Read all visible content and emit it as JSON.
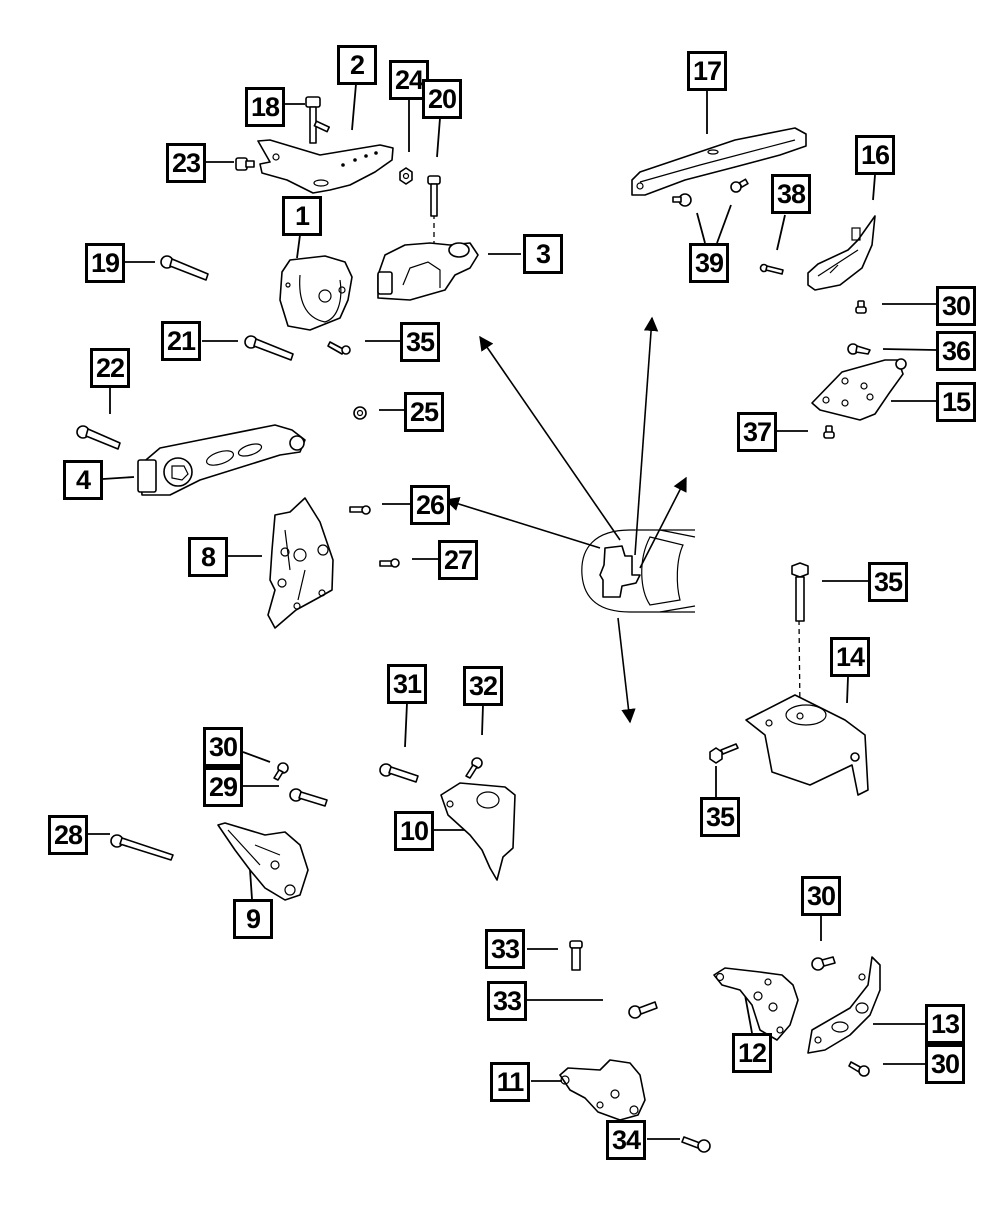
{
  "diagram": {
    "title": "Engine Mounts Exploded View",
    "callouts": [
      {
        "id": "c2",
        "label": "2"
      },
      {
        "id": "c24",
        "label": "24"
      },
      {
        "id": "c20",
        "label": "20"
      },
      {
        "id": "c18",
        "label": "18"
      },
      {
        "id": "c23",
        "label": "23"
      },
      {
        "id": "c1",
        "label": "1"
      },
      {
        "id": "c19",
        "label": "19"
      },
      {
        "id": "c3",
        "label": "3"
      },
      {
        "id": "c21",
        "label": "21"
      },
      {
        "id": "c35a",
        "label": "35"
      },
      {
        "id": "c22",
        "label": "22"
      },
      {
        "id": "c25",
        "label": "25"
      },
      {
        "id": "c4",
        "label": "4"
      },
      {
        "id": "c26",
        "label": "26"
      },
      {
        "id": "c8",
        "label": "8"
      },
      {
        "id": "c27",
        "label": "27"
      },
      {
        "id": "c17",
        "label": "17"
      },
      {
        "id": "c16",
        "label": "16"
      },
      {
        "id": "c38",
        "label": "38"
      },
      {
        "id": "c39",
        "label": "39"
      },
      {
        "id": "c30a",
        "label": "30"
      },
      {
        "id": "c36",
        "label": "36"
      },
      {
        "id": "c15",
        "label": "15"
      },
      {
        "id": "c37",
        "label": "37"
      },
      {
        "id": "c35b",
        "label": "35"
      },
      {
        "id": "c14",
        "label": "14"
      },
      {
        "id": "c35c",
        "label": "35"
      },
      {
        "id": "c31",
        "label": "31"
      },
      {
        "id": "c32",
        "label": "32"
      },
      {
        "id": "c30b",
        "label": "30"
      },
      {
        "id": "c29",
        "label": "29"
      },
      {
        "id": "c10",
        "label": "10"
      },
      {
        "id": "c28",
        "label": "28"
      },
      {
        "id": "c9",
        "label": "9"
      },
      {
        "id": "c30c",
        "label": "30"
      },
      {
        "id": "c33a",
        "label": "33"
      },
      {
        "id": "c33b",
        "label": "33"
      },
      {
        "id": "c12",
        "label": "12"
      },
      {
        "id": "c13",
        "label": "13"
      },
      {
        "id": "c30d",
        "label": "30"
      },
      {
        "id": "c11",
        "label": "11"
      },
      {
        "id": "c34",
        "label": "34"
      }
    ]
  }
}
